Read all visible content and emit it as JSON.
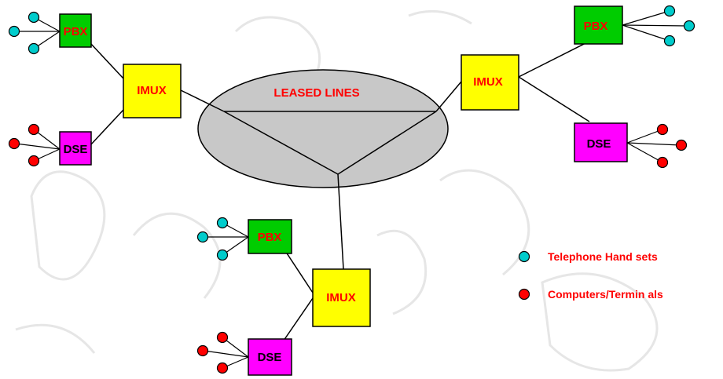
{
  "cloud": {
    "label": "LEASED LINES",
    "fill": "#c8c8c8",
    "label_color": "#ff0000"
  },
  "colors": {
    "imux": "#ffff00",
    "pbx": "#00cc00",
    "dse": "#ff00ff",
    "box_text": "#ff0000",
    "dse_text": "#000000",
    "telephone": "#00cccc",
    "computer": "#ff0000",
    "legend_text": "#ff0000"
  },
  "sites": [
    {
      "name": "left",
      "imux_label": "IMUX",
      "pbx_label": "PBX",
      "dse_label": "DSE"
    },
    {
      "name": "right",
      "imux_label": "IMUX",
      "pbx_label": "PBX",
      "dse_label": "DSE"
    },
    {
      "name": "bottom",
      "imux_label": "IMUX",
      "pbx_label": "PBX",
      "dse_label": "DSE"
    }
  ],
  "legend": {
    "telephone_label": "Telephone Hand sets",
    "computer_label": "Computers/Termin als",
    "telephone_icon": "telephone-handset-icon",
    "computer_icon": "computer-terminal-icon"
  }
}
